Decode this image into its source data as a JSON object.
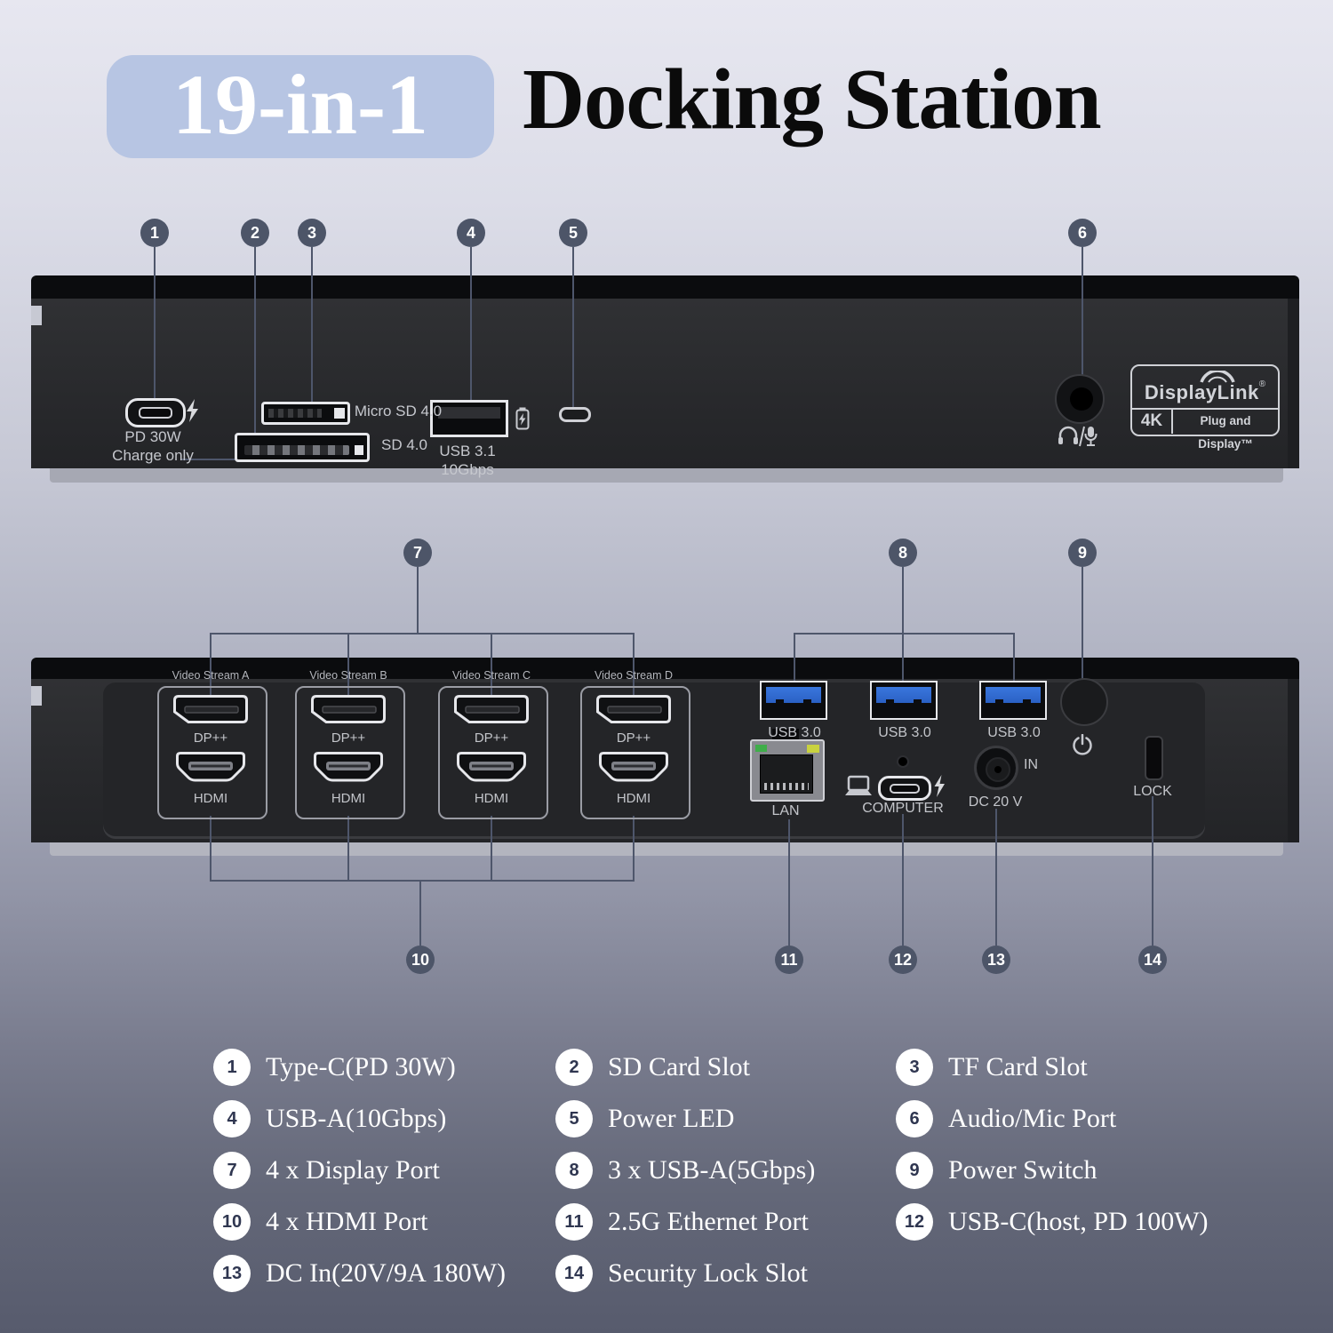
{
  "title": {
    "badge": "19-in-1",
    "main": "Docking Station"
  },
  "front_panel": {
    "callouts": [
      "1",
      "2",
      "3",
      "4",
      "5",
      "6"
    ],
    "usbc_label_1": "PD 30W",
    "usbc_label_2": "Charge only",
    "micro_sd_label": "Micro SD 4.0",
    "sd_label": "SD 4.0",
    "usba_label_1": "USB 3.1",
    "usba_label_2": "10Gbps",
    "displaylink": {
      "brand": "DisplayLink",
      "registered": "®",
      "badge_4k": "4K",
      "tagline": "Plug and Display™"
    }
  },
  "back_panel": {
    "callouts_top": [
      "7",
      "8",
      "9"
    ],
    "callouts_bottom": [
      "10",
      "11",
      "12",
      "13",
      "14"
    ],
    "video_streams": [
      {
        "name": "Video Stream A",
        "dp_label": "DP++",
        "hdmi_label": "HDMI"
      },
      {
        "name": "Video Stream B",
        "dp_label": "DP++",
        "hdmi_label": "HDMI"
      },
      {
        "name": "Video Stream C",
        "dp_label": "DP++",
        "hdmi_label": "HDMI"
      },
      {
        "name": "Video Stream D",
        "dp_label": "DP++",
        "hdmi_label": "HDMI"
      }
    ],
    "usb_ports": [
      "USB 3.0",
      "USB 3.0",
      "USB 3.0"
    ],
    "lan_label": "LAN",
    "computer_label": "COMPUTER",
    "dc_label": "DC 20 V",
    "dc_in_label": "IN",
    "lock_label": "LOCK"
  },
  "legend": {
    "items": [
      {
        "num": "1",
        "label": "Type-C(PD 30W)"
      },
      {
        "num": "2",
        "label": "SD Card Slot"
      },
      {
        "num": "3",
        "label": "TF Card Slot"
      },
      {
        "num": "4",
        "label": "USB-A(10Gbps)"
      },
      {
        "num": "5",
        "label": "Power LED"
      },
      {
        "num": "6",
        "label": "Audio/Mic Port"
      },
      {
        "num": "7",
        "label": "4 x Display Port"
      },
      {
        "num": "8",
        "label": "3 x USB-A(5Gbps)"
      },
      {
        "num": "9",
        "label": "Power Switch"
      },
      {
        "num": "10",
        "label": "4 x HDMI Port"
      },
      {
        "num": "11",
        "label": "2.5G Ethernet Port"
      },
      {
        "num": "12",
        "label": "USB-C(host, PD 100W)"
      },
      {
        "num": "13",
        "label": "DC In(20V/9A 180W)"
      },
      {
        "num": "14",
        "label": "Security Lock Slot"
      }
    ]
  },
  "colors": {
    "badge_bg": "#b7c5e3",
    "callout_circle": "#4d5568",
    "usb3_blue": "#2f6fd6",
    "led_green": "#3fae4a",
    "led_yellow": "#c9d23f",
    "device_body": "#2c2d30",
    "background_top": "#e7e7f0",
    "background_bottom": "#575b6d"
  },
  "icons": {
    "lightning-bolt": "charging flash",
    "battery-charge": "battery with bolt",
    "headphone-mic": "headset / microphone",
    "power-symbol": "power on/off",
    "laptop": "host computer",
    "displaylink-arc": "signal arc"
  }
}
